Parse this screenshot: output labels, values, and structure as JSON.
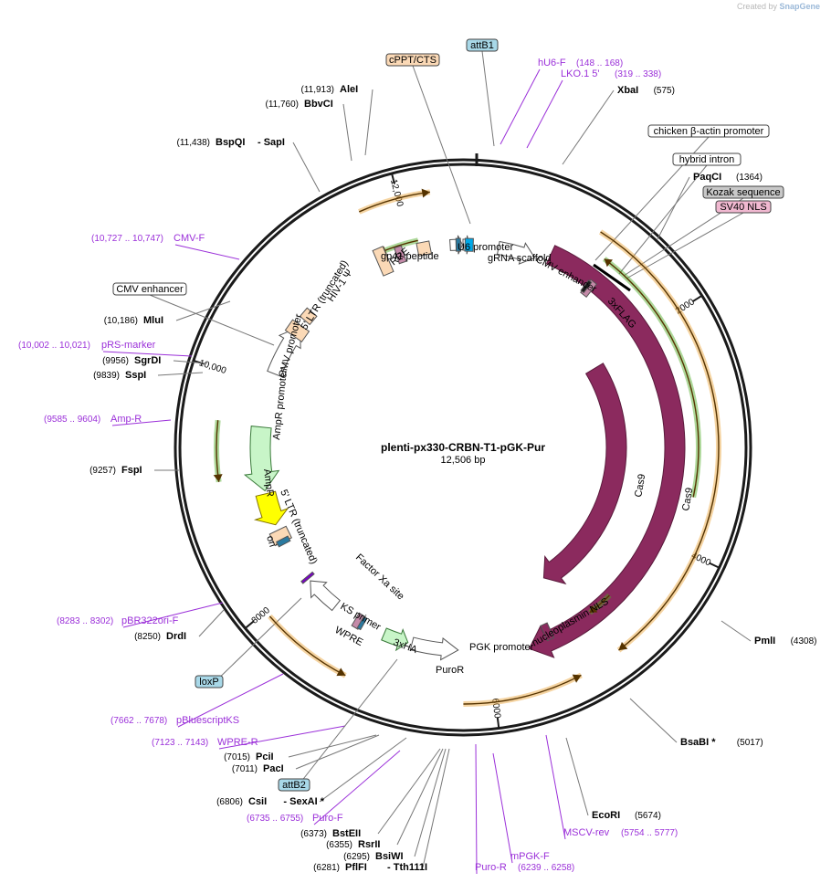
{
  "credit": {
    "prefix": "Created by",
    "brand": "SnapGene"
  },
  "plasmid": {
    "name": "plenti-px330-CRBN-T1-pGK-Pur",
    "size_label": "12,506 bp",
    "length": 12506
  },
  "ticks": [
    "2000",
    "4000",
    "6000",
    "8000",
    "10,000",
    "12,000"
  ],
  "sites": [
    {
      "name": "AleI",
      "pos": "(11,913)",
      "side": "left"
    },
    {
      "name": "BbvCI",
      "pos": "(11,760)",
      "side": "left"
    },
    {
      "name": "BspQI",
      "extra": "- SapI",
      "pos": "(11,438)",
      "side": "left"
    },
    {
      "name": "MluI",
      "pos": "(10,186)",
      "side": "left"
    },
    {
      "name": "SgrDI",
      "pos": "(9956)",
      "side": "left"
    },
    {
      "name": "SspI",
      "pos": "(9839)",
      "side": "left"
    },
    {
      "name": "FspI",
      "pos": "(9257)",
      "side": "left"
    },
    {
      "name": "DrdI",
      "pos": "(8250)",
      "side": "left"
    },
    {
      "name": "PciI",
      "pos": "(7015)",
      "side": "left"
    },
    {
      "name": "PacI",
      "pos": "(7011)",
      "side": "left"
    },
    {
      "name": "CsiI",
      "extra": "- SexAI *",
      "pos": "(6806)",
      "side": "left"
    },
    {
      "name": "BstEII",
      "pos": "(6373)",
      "side": "left"
    },
    {
      "name": "RsrII",
      "pos": "(6355)",
      "side": "left"
    },
    {
      "name": "BsiWI",
      "pos": "(6295)",
      "side": "left"
    },
    {
      "name": "PflFI",
      "extra": "- Tth111I",
      "pos": "(6281)",
      "side": "left"
    },
    {
      "name": "XbaI",
      "pos": "(575)",
      "side": "right"
    },
    {
      "name": "PaqCI",
      "pos": "(1364)",
      "side": "right"
    },
    {
      "name": "PmlI",
      "pos": "(4308)",
      "side": "right"
    },
    {
      "name": "BsaBI *",
      "pos": "(5017)",
      "side": "right"
    },
    {
      "name": "EcoRI",
      "pos": "(5674)",
      "side": "right"
    }
  ],
  "primers": [
    {
      "name": "hU6-F",
      "pos": "(148 .. 168)"
    },
    {
      "name": "LKO.1 5'",
      "pos": "(319 .. 338)"
    },
    {
      "name": "CMV-F",
      "pos": "(10,727 .. 10,747)"
    },
    {
      "name": "pRS-marker",
      "pos": "(10,002 .. 10,021)"
    },
    {
      "name": "Amp-R",
      "pos": "(9585 .. 9604)"
    },
    {
      "name": "pBR322ori-F",
      "pos": "(8283 .. 8302)"
    },
    {
      "name": "pBluescriptKS",
      "pos": "(7662 .. 7678)"
    },
    {
      "name": "WPRE-R",
      "pos": "(7123 .. 7143)"
    },
    {
      "name": "Puro-F",
      "pos": "(6735 .. 6755)"
    },
    {
      "name": "Puro-R",
      "pos": ""
    },
    {
      "name": "mPGK-F",
      "pos": "(6239 .. 6258)"
    },
    {
      "name": "MSCV-rev",
      "pos": "(5754 .. 5777)"
    }
  ],
  "boxed_labels": [
    {
      "name": "attB1"
    },
    {
      "name": "cPPT/CTS"
    },
    {
      "name": "chicken β-actin promoter"
    },
    {
      "name": "hybrid intron"
    },
    {
      "name": "Kozak sequence"
    },
    {
      "name": "SV40 NLS"
    },
    {
      "name": "CMV enhancer"
    },
    {
      "name": "loxP"
    },
    {
      "name": "attB2"
    }
  ],
  "features": [
    {
      "name": "U6 promoter"
    },
    {
      "name": "gRNA scaffold"
    },
    {
      "name": "CMV enhancer"
    },
    {
      "name": "3xFLAG"
    },
    {
      "name": "RRE"
    },
    {
      "name": "gp41 peptide"
    },
    {
      "name": "HIV-1 Ψ"
    },
    {
      "name": "5' LTR (truncated)"
    },
    {
      "name": "CMV promoter"
    },
    {
      "name": "AmpR promoter"
    },
    {
      "name": "AmpR"
    },
    {
      "name": "ori"
    },
    {
      "name": "5' LTR (truncated)"
    },
    {
      "name": "Factor Xa site"
    },
    {
      "name": "KS primer"
    },
    {
      "name": "WPRE"
    },
    {
      "name": "3xHA"
    },
    {
      "name": "PuroR"
    },
    {
      "name": "PGK promoter"
    },
    {
      "name": "nucleoplasmin NLS"
    },
    {
      "name": "Cas9"
    },
    {
      "name": "Cas9"
    }
  ],
  "colors": {
    "backbone": "#1a1a1a",
    "cas9": "#8b2a5e",
    "orf_orange": "#e8a030",
    "orf_green": "#4aa820",
    "primer": "#9b30d9",
    "promoter": "#ffffff",
    "peach": "#fbd9b6",
    "ori": "#ffff00",
    "ampr": "#c8f5c8",
    "mauve": "#c48aa8",
    "teal": "#2a7aa0",
    "cyan": "#00a8e8",
    "attb": "#a8d8e8",
    "kozak": "#c8c8c8",
    "sv40": "#f0b8d0"
  }
}
